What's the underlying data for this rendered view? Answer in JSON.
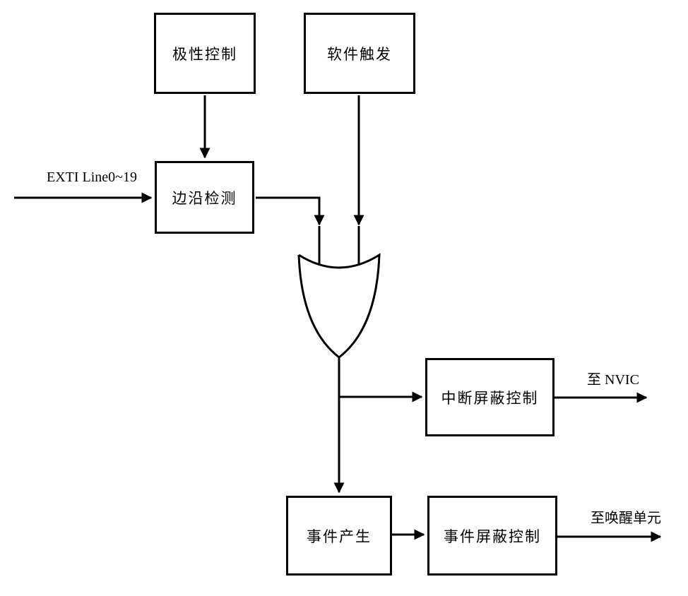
{
  "diagram": {
    "nodes": {
      "polarity_control": {
        "label": "极性控制"
      },
      "software_trigger": {
        "label": "软件触发"
      },
      "edge_detect": {
        "label": "边沿检测"
      },
      "interrupt_mask": {
        "label": "中断屏蔽控制"
      },
      "event_generate": {
        "label": "事件产生"
      },
      "event_mask": {
        "label": "事件屏蔽控制"
      }
    },
    "edge_labels": {
      "input_line": "EXTI Line0~19",
      "to_nvic": "至 NVIC",
      "to_wakeup": "至唤醒单元"
    },
    "gate": {
      "type": "or-gate"
    },
    "colors": {
      "line": "#000000",
      "background": "#ffffff"
    }
  }
}
